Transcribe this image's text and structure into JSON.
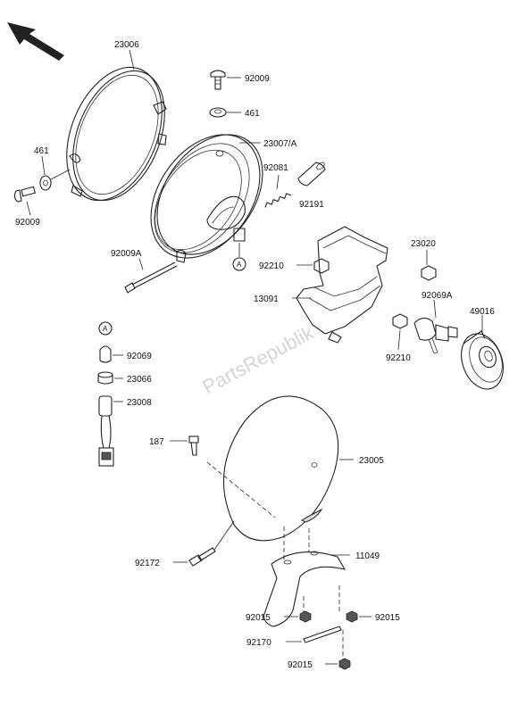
{
  "diagram": {
    "watermark": "PartsRepublik",
    "callout_letter": "A",
    "labels": {
      "p23006": "23006",
      "p92009_top": "92009",
      "p461_right": "461",
      "p23007A": "23007/A",
      "p461_left": "461",
      "p92009_left": "92009",
      "p92081": "92081",
      "p92191": "92191",
      "p92009A": "92009A",
      "p23020": "23020",
      "p92210_top": "92210",
      "p13091": "13091",
      "p92069A": "92069A",
      "p49016": "49016",
      "p92210_bottom": "92210",
      "p92069": "92069",
      "p23066": "23066",
      "p23008": "23008",
      "p187": "187",
      "p23005": "23005",
      "p92172": "92172",
      "p11049": "11049",
      "p92015_left": "92015",
      "p92015_right": "92015",
      "p92170": "92170",
      "p92015_bottom": "92015"
    }
  }
}
